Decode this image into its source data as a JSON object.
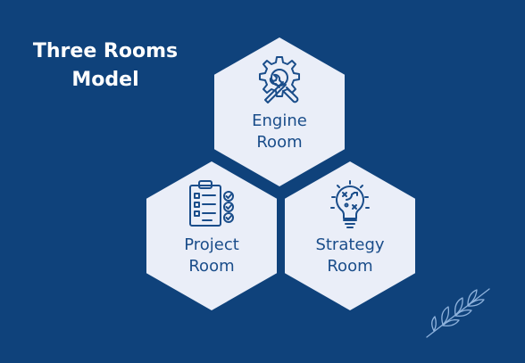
{
  "title": {
    "line1": "Three Rooms",
    "line2": "Model"
  },
  "rooms": [
    {
      "line1": "Engine",
      "line2": "Room",
      "icon": "gear-wrench-icon"
    },
    {
      "line1": "Project",
      "line2": "Room",
      "icon": "clipboard-checklist-icon"
    },
    {
      "line1": "Strategy",
      "line2": "Room",
      "icon": "lightbulb-strategy-icon"
    }
  ],
  "colors": {
    "background": "#0f427b",
    "hexagon": "#eaeef8",
    "text": "#1a4d8a"
  }
}
